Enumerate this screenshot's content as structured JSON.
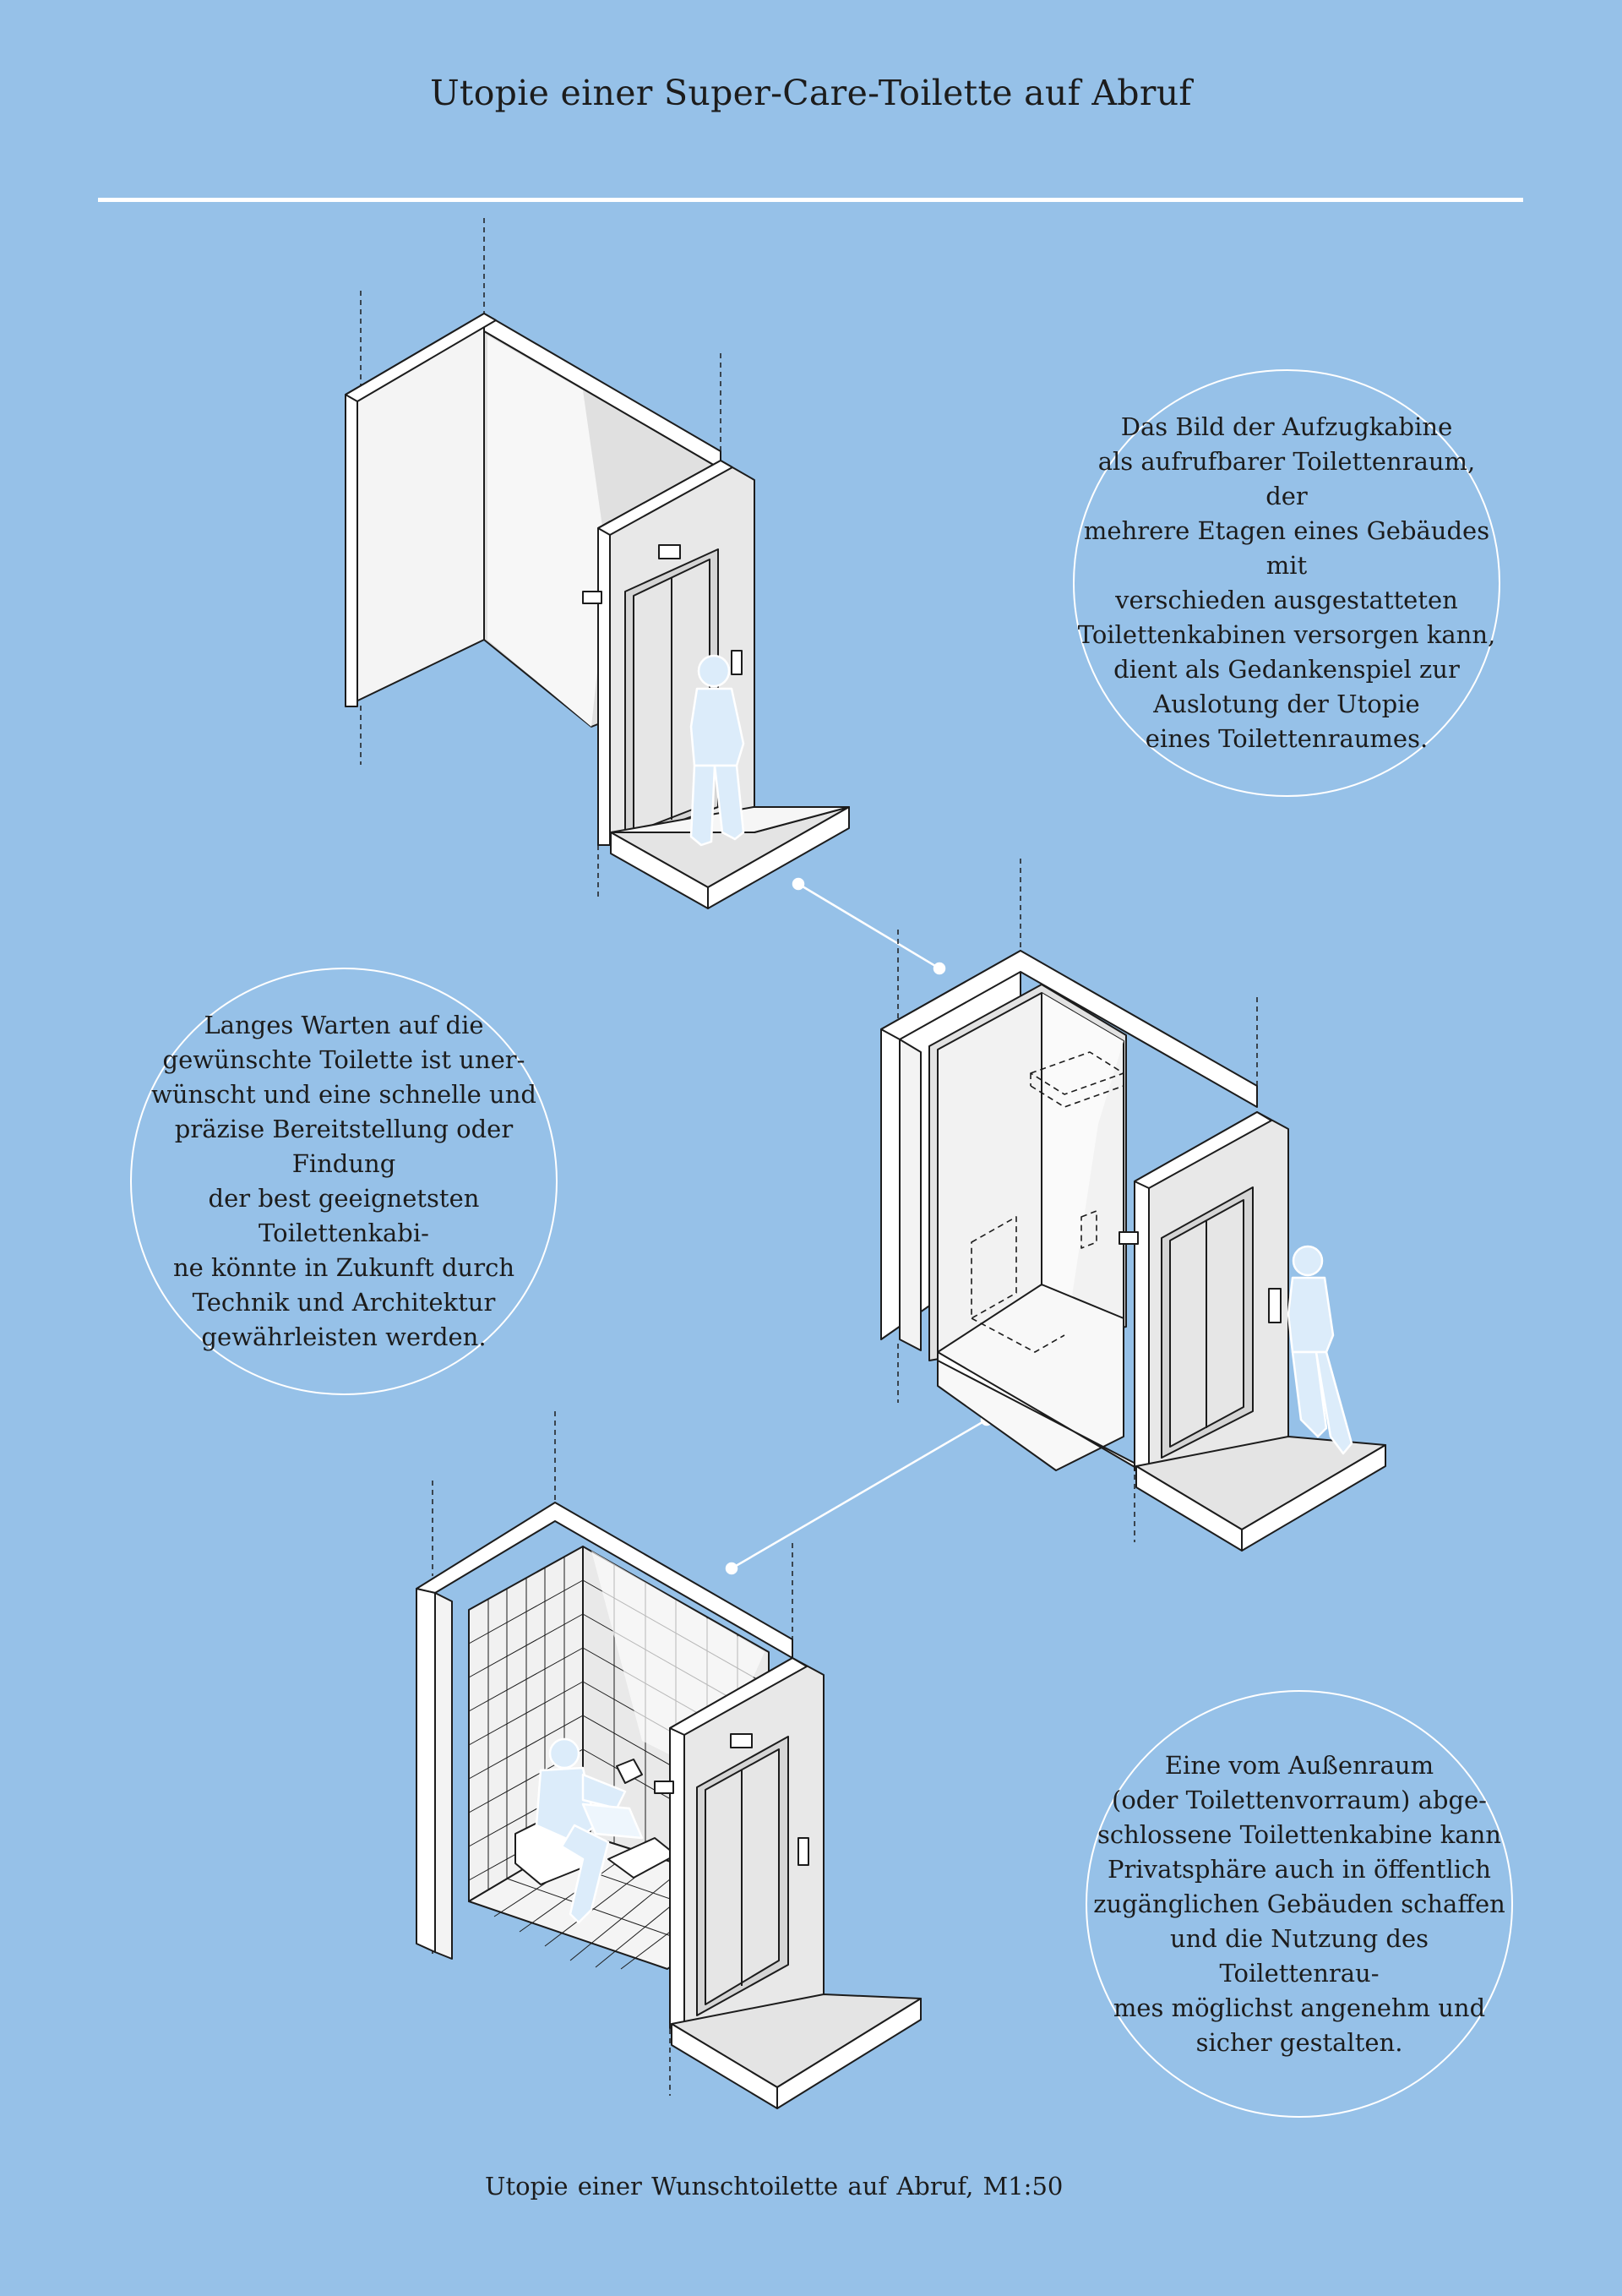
{
  "page": {
    "title": "Utopie einer Super-Care-Toilette auf Abruf",
    "caption": "Utopie einer Wunschtoilette auf Abruf,    M1:50"
  },
  "bubbles": [
    {
      "text": "Das Bild der Aufzugkabine\nals aufrufbarer Toilettenraum, der\nmehrere Etagen eines Gebäudes mit\nverschieden ausgestatteten\nToilettenkabinen versorgen kann,\ndient als Gedankenspiel zur\nAuslotung der Utopie\neines Toilettenraumes."
    },
    {
      "text": "Langes Warten auf die\ngewünschte Toilette ist uner-\nwünscht und eine schnelle und\npräzise Bereitstellung oder Findung\nder best geeignetsten Toilettenkabi-\nne könnte in Zukunft durch\nTechnik und Architektur\ngewährleisten werden."
    },
    {
      "text": "Eine vom Außenraum\n(oder Toilettenvorraum) abge-\nschlossene Toilettenkabine kann\nPrivatsphäre auch in öffentlich\nzugänglichen Gebäuden schaffen\nund die Nutzung des Toilettenrau-\nmes möglichst angenehm und\nsicher gestalten."
    }
  ],
  "colors": {
    "background": "#96c1e8",
    "figure_line": "#ffffff",
    "figure_fill": "#dcecfa",
    "wall_light": "#f2f2f2",
    "wall_shade": "#d9d9d9",
    "ink": "#1c1c1c"
  },
  "icons": {
    "elevator_sign": "elevator-sign-icon",
    "call_button": "call-button-icon"
  }
}
